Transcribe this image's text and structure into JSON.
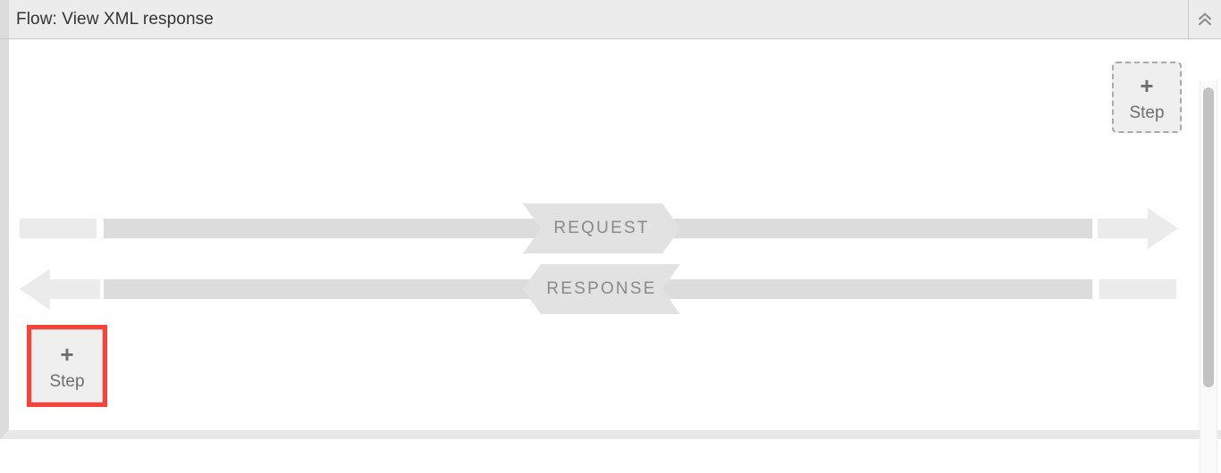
{
  "header": {
    "title": "Flow: View XML response",
    "collapse_icon": "double-chevron-up-icon",
    "background_color": "#ececec",
    "text_color": "#333333"
  },
  "canvas": {
    "background_color": "#ffffff",
    "steps": [
      {
        "id": "step-top-right",
        "plus": "+",
        "label": "Step",
        "state": "normal",
        "border_style": "dashed",
        "border_color": "#a9a9a9",
        "fill_color": "#efefef"
      },
      {
        "id": "step-bottom-left",
        "plus": "+",
        "label": "Step",
        "state": "highlighted",
        "highlight_color": "#fa4238",
        "fill_color": "#efefef"
      }
    ],
    "rows": [
      {
        "id": "row-request",
        "label": "REQUEST",
        "direction": "right",
        "arrow_icon": "arrow-right-icon",
        "bar_color": "#dcdcdc",
        "stub_color": "#ebebeb",
        "banner_color": "#e2e2e2",
        "text_color": "#8a8a8a"
      },
      {
        "id": "row-response",
        "label": "RESPONSE",
        "direction": "left",
        "arrow_icon": "arrow-left-icon",
        "bar_color": "#dcdcdc",
        "stub_color": "#ebebeb",
        "banner_color": "#e2e2e2",
        "text_color": "#8a8a8a"
      }
    ]
  },
  "scrollbar": {
    "orientation": "vertical",
    "thumb_color": "#c2c2c2",
    "track_color": "#fafafa"
  }
}
